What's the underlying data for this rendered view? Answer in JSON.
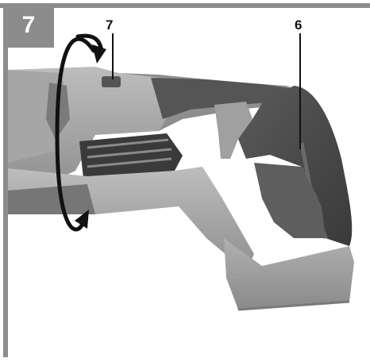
{
  "figure": {
    "number": "7",
    "callouts": [
      {
        "label": "7"
      },
      {
        "label": "6"
      }
    ],
    "colors": {
      "frame": "#8c8c8c",
      "tool_dark": "#4a4a4a",
      "tool_mid": "#8a8a8a",
      "tool_light": "#b5b5b5",
      "arrow": "#111111"
    },
    "icons": [
      "rotation-arrow-icon"
    ]
  }
}
